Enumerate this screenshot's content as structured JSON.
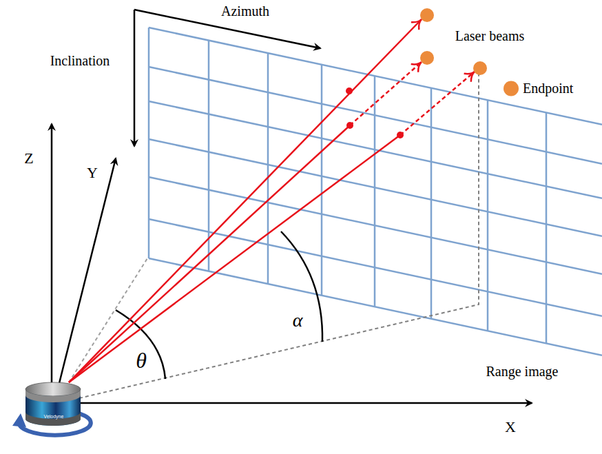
{
  "diagram": {
    "labels": [
      "Azimuth",
      "Inclination",
      "Laser beams",
      "Z",
      "Y",
      "θ",
      "α",
      "X",
      "Range image",
      "Velodyne"
    ],
    "legend": [
      {
        "text": "Endpoint",
        "color": "#ec8b3b"
      }
    ]
  }
}
